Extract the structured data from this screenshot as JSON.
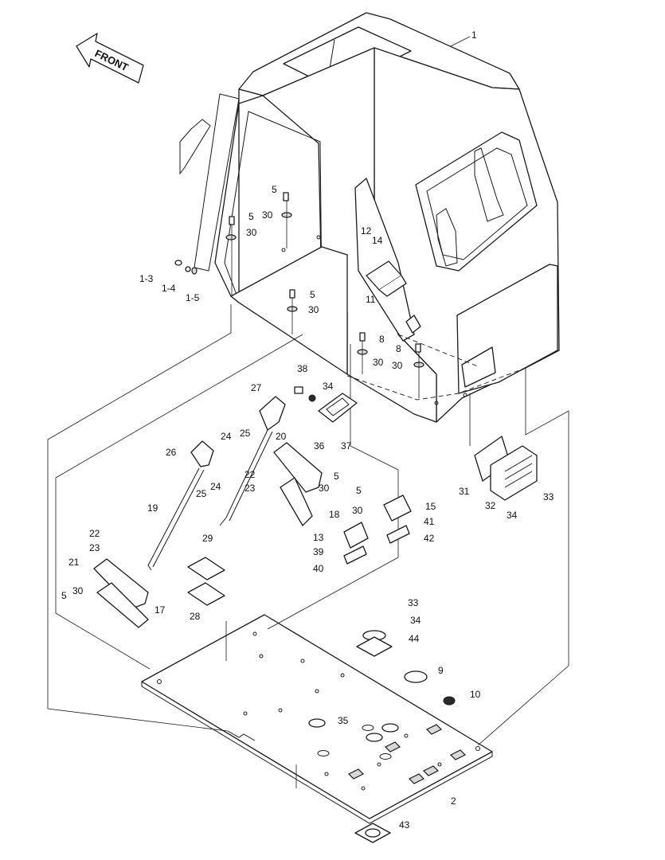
{
  "front_arrow": {
    "text": "FRONT"
  },
  "labels": {
    "p1": "1",
    "p1_3": "1-3",
    "p1_4": "1-4",
    "p1_5": "1-5",
    "p2": "2",
    "p5a": "5",
    "p5b": "5",
    "p5c": "5",
    "p5d": "5",
    "p5e": "5",
    "p5f": "5",
    "p8a": "8",
    "p8b": "8",
    "p9": "9",
    "p10": "10",
    "p11": "11",
    "p12": "12",
    "p13": "13",
    "p14": "14",
    "p15": "15",
    "p17": "17",
    "p18": "18",
    "p19": "19",
    "p20": "20",
    "p21": "21",
    "p22a": "22",
    "p22b": "22",
    "p23a": "23",
    "p23b": "23",
    "p24a": "24",
    "p24b": "24",
    "p25a": "25",
    "p25b": "25",
    "p26": "26",
    "p27": "27",
    "p28": "28",
    "p29": "29",
    "p30a": "30",
    "p30b": "30",
    "p30c": "30",
    "p30d": "30",
    "p30e": "30",
    "p30f": "30",
    "p30g": "30",
    "p30h": "30",
    "p31": "31",
    "p32": "32",
    "p33a": "33",
    "p33b": "33",
    "p34a": "34",
    "p34b": "34",
    "p34c": "34",
    "p35": "35",
    "p36": "36",
    "p37": "37",
    "p38": "38",
    "p39": "39",
    "p40": "40",
    "p41": "41",
    "p42": "42",
    "p43": "43",
    "p44": "44"
  }
}
